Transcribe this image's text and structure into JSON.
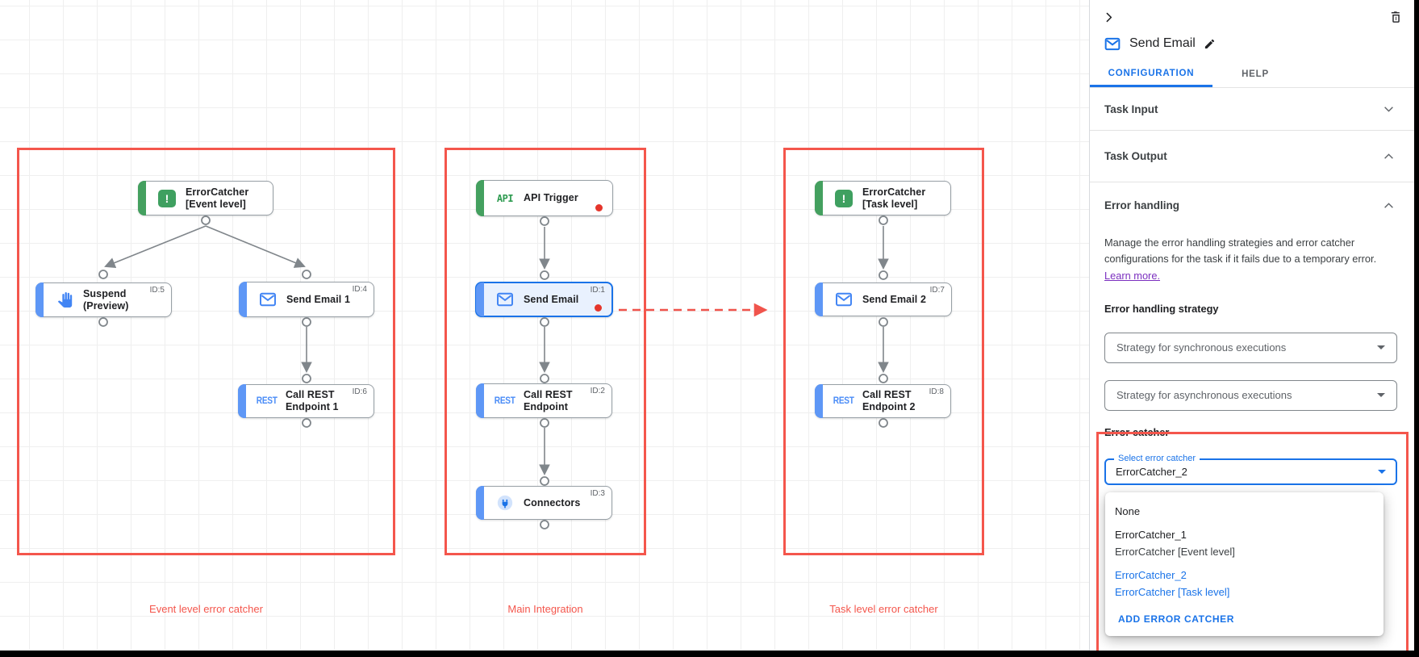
{
  "colors": {
    "accent_blue": "#1A73E8",
    "node_blue": "#4285F4",
    "node_green": "#3FA060",
    "annotation_red": "#F4564C",
    "edge_gray": "#80868B",
    "link_purple": "#7B2FBF",
    "error_dot_red": "#E5352B"
  },
  "canvas": {
    "groups": [
      {
        "label": "Event level error catcher"
      },
      {
        "label": "Main Integration"
      },
      {
        "label": "Task level error catcher"
      }
    ],
    "nodes": [
      {
        "label": "ErrorCatcher\n[Event level]",
        "icon": "error-catcher-icon",
        "badge": ""
      },
      {
        "label": "Suspend\n(Preview)",
        "icon": "hand-icon",
        "badge": "ID:5"
      },
      {
        "label": "Send Email 1",
        "icon": "mail-icon",
        "badge": "ID:4"
      },
      {
        "label": "Call REST\nEndpoint 1",
        "icon": "rest-icon",
        "badge": "ID:6"
      },
      {
        "label": "API Trigger",
        "icon": "api-icon",
        "badge": ""
      },
      {
        "label": "Send Email",
        "icon": "mail-icon",
        "badge": "ID:1"
      },
      {
        "label": "Call REST\nEndpoint",
        "icon": "rest-icon",
        "badge": "ID:2"
      },
      {
        "label": "Connectors",
        "icon": "connectors-icon",
        "badge": "ID:3"
      },
      {
        "label": "ErrorCatcher\n[Task level]",
        "icon": "error-catcher-icon",
        "badge": ""
      },
      {
        "label": "Send Email 2",
        "icon": "mail-icon",
        "badge": "ID:7"
      },
      {
        "label": "Call REST\nEndpoint 2",
        "icon": "rest-icon",
        "badge": "ID:8"
      }
    ],
    "icons": {
      "error_exclamation": "!",
      "api_text": "API",
      "rest_text": "REST"
    }
  },
  "panel": {
    "title": "Send Email",
    "tabs": {
      "configuration": "CONFIGURATION",
      "help": "HELP"
    },
    "sections": {
      "task_input": "Task Input",
      "task_output": "Task Output",
      "error_handling": "Error handling"
    },
    "error_handling": {
      "description": "Manage the error handling strategies and error catcher configurations for the task if it fails due to a temporary error.",
      "learn_more": "Learn more.",
      "strategy_label": "Error handling strategy",
      "sync_select": "Strategy for synchronous executions",
      "async_select": "Strategy for asynchronous executions",
      "error_catcher_label": "Error catcher",
      "select_label": "Select error catcher",
      "select_value": "ErrorCatcher_2",
      "menu": {
        "none": "None",
        "item1_title": "ErrorCatcher_1",
        "item1_subtitle": "ErrorCatcher [Event level]",
        "item2_title": "ErrorCatcher_2",
        "item2_subtitle": "ErrorCatcher [Task level]",
        "add_button": "ADD ERROR CATCHER"
      }
    }
  }
}
